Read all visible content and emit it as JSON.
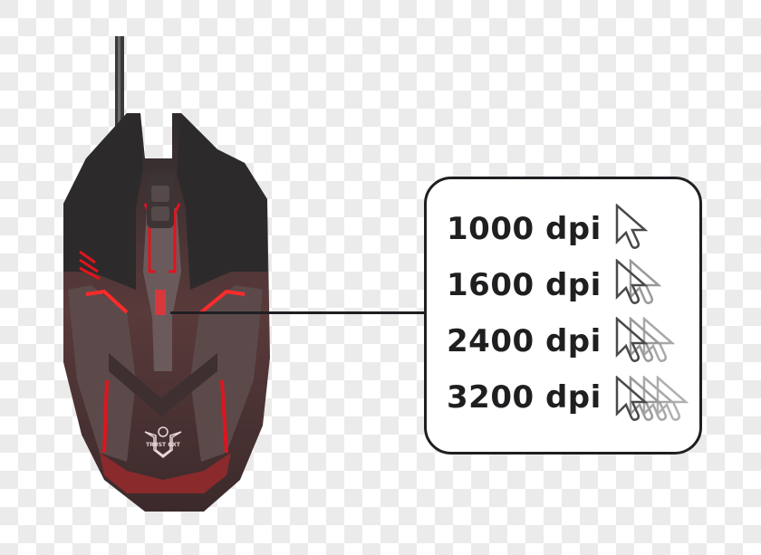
{
  "product": {
    "name": "gaming mouse",
    "logo_text": "TRUST GXT",
    "accent_color": "#e0141e"
  },
  "dpi_panel": {
    "items": [
      {
        "label": "1000 dpi",
        "cursor_count": 1
      },
      {
        "label": "1600 dpi",
        "cursor_count": 2
      },
      {
        "label": "2400 dpi",
        "cursor_count": 3
      },
      {
        "label": "3200 dpi",
        "cursor_count": 4
      }
    ],
    "icon": "mouse-cursor-icon"
  }
}
